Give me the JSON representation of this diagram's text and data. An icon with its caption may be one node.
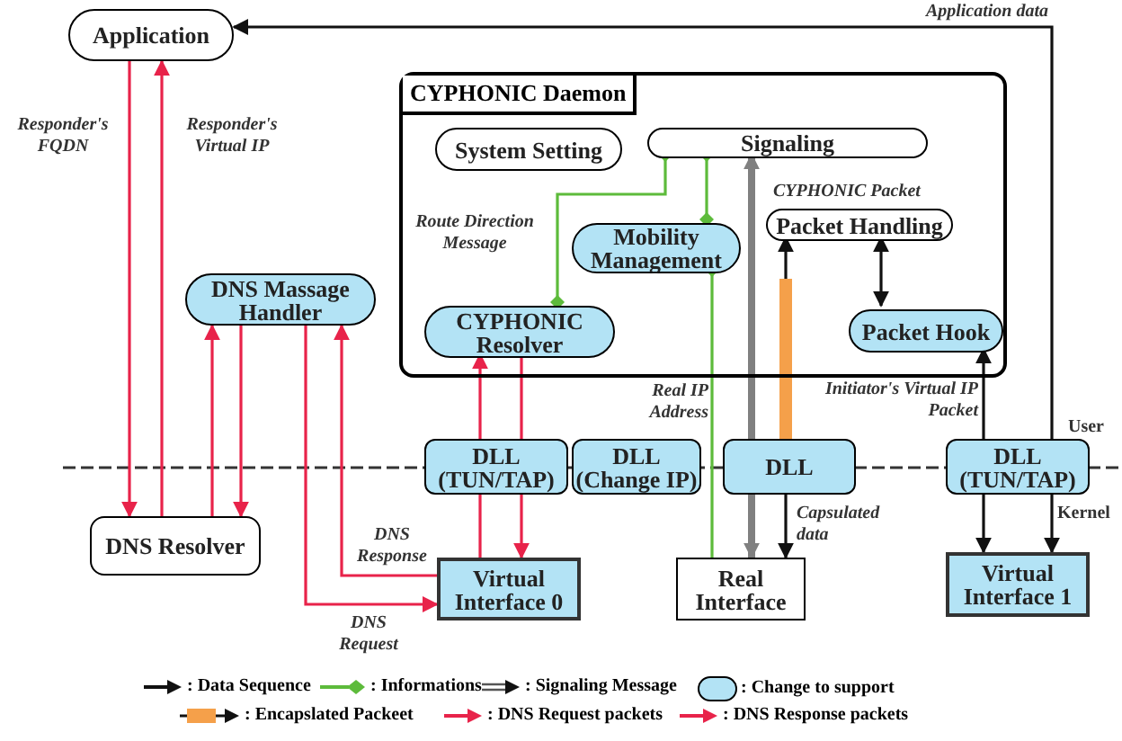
{
  "diagram": {
    "nodes": [
      {
        "text": [
          "Application"
        ]
      },
      {
        "text": [
          "CYPHONIC Daemon"
        ]
      },
      {
        "text": [
          "System Setting"
        ],
        "in": 1
      },
      {
        "text": [
          "Signaling"
        ],
        "in": 1
      },
      {
        "text": [
          "Mobility Management"
        ],
        "in": 1
      },
      {
        "text": [
          "Packet Handling"
        ],
        "in": 1,
        "beside": [
          "CYPHONIC Packet"
        ]
      },
      {
        "text": [
          "CYPHONIC Resolver"
        ],
        "in": 1
      },
      {
        "text": [
          "Packet Hook"
        ],
        "in": 1
      },
      {
        "text": [
          "DNS Massage Handler"
        ]
      },
      {
        "text": [
          "DLL (TUN/TAP)"
        ]
      },
      {
        "text": [
          "DLL (Change IP)"
        ]
      },
      {
        "text": [
          "DLL"
        ]
      },
      {
        "text": [
          "DLL (TUN/TAP)"
        ]
      },
      {
        "text": [
          "DNS Resolver"
        ]
      },
      {
        "text": [
          "Virtual Interface 0"
        ]
      },
      {
        "text": [
          "Real Interface"
        ]
      },
      {
        "text": [
          "Virtual Interface 1"
        ]
      }
    ],
    "edges": [
      {
        "from": 0,
        "to": 13,
        "arrow": "to",
        "label": "Responder's FQDN",
        "color": "#e8234a"
      },
      {
        "from": 13,
        "to": 0,
        "arrow": "to",
        "label": "Responder's Virtual IP",
        "color": "#e8234a"
      },
      {
        "from": 13,
        "to": 8,
        "arrow": "to",
        "color": "#e8234a"
      },
      {
        "from": 8,
        "to": 13,
        "arrow": "to",
        "color": "#e8234a"
      },
      {
        "from": 8,
        "to": 14,
        "arrow": "to",
        "label": "DNS Request",
        "color": "#e8234a"
      },
      {
        "from": 14,
        "to": 8,
        "arrow": "to",
        "label": "DNS Response",
        "color": "#e8234a"
      },
      {
        "from": 14,
        "to": 9,
        "arrow": "none",
        "color": "#e8234a"
      },
      {
        "from": 9,
        "to": 6,
        "arrow": "to",
        "color": "#e8234a"
      },
      {
        "from": 6,
        "to": 9,
        "arrow": "none",
        "color": "#e8234a"
      },
      {
        "from": 9,
        "to": 14,
        "arrow": "to",
        "color": "#e8234a"
      },
      {
        "from": 3,
        "to": 6,
        "arrow": "other",
        "label": "Route Direction Message",
        "color": "#5dbb3b"
      },
      {
        "from": 3,
        "to": 4,
        "arrow": "other",
        "color": "#5dbb3b"
      },
      {
        "from": 4,
        "to": 15,
        "arrow": "other",
        "label": "Real IP Address",
        "color": "#5dbb3b"
      },
      {
        "from": 11,
        "to": 3,
        "arrow": "to",
        "style": "thick",
        "color": "#808080"
      },
      {
        "from": 11,
        "to": 15,
        "arrow": "to",
        "style": "thick",
        "color": "#808080"
      },
      {
        "from": 11,
        "to": 5,
        "arrow": "to",
        "style": "thick",
        "color": "#f5a04a"
      },
      {
        "from": 11,
        "to": 15,
        "arrow": "to",
        "label": "Capsulated data",
        "color": "#111111"
      },
      {
        "from": 5,
        "to": 7,
        "arrow": "both",
        "color": "#111111"
      },
      {
        "from": 12,
        "to": 7,
        "arrow": "to",
        "label": "Initiator's Virtual IP Packet",
        "color": "#111111"
      },
      {
        "from": 12,
        "to": 0,
        "arrow": "to",
        "label": "Application data",
        "color": "#111111"
      },
      {
        "from": 12,
        "to": 16,
        "arrow": "to",
        "color": "#111111"
      },
      {
        "from": 12,
        "to": 16,
        "arrow": "to",
        "color": "#111111"
      }
    ],
    "labels": [
      "User",
      "Kernel"
    ],
    "legend": [
      {
        "text": ": Data Sequence"
      },
      {
        "text": ": Informations"
      },
      {
        "text": ": Signaling Message"
      },
      {
        "text": ": Change to support",
        "color": "#b3e3f5"
      },
      {
        "text": ": Encapslated Packeet"
      },
      {
        "text": ": DNS Request packets"
      },
      {
        "text": ": DNS Response packets"
      }
    ]
  }
}
